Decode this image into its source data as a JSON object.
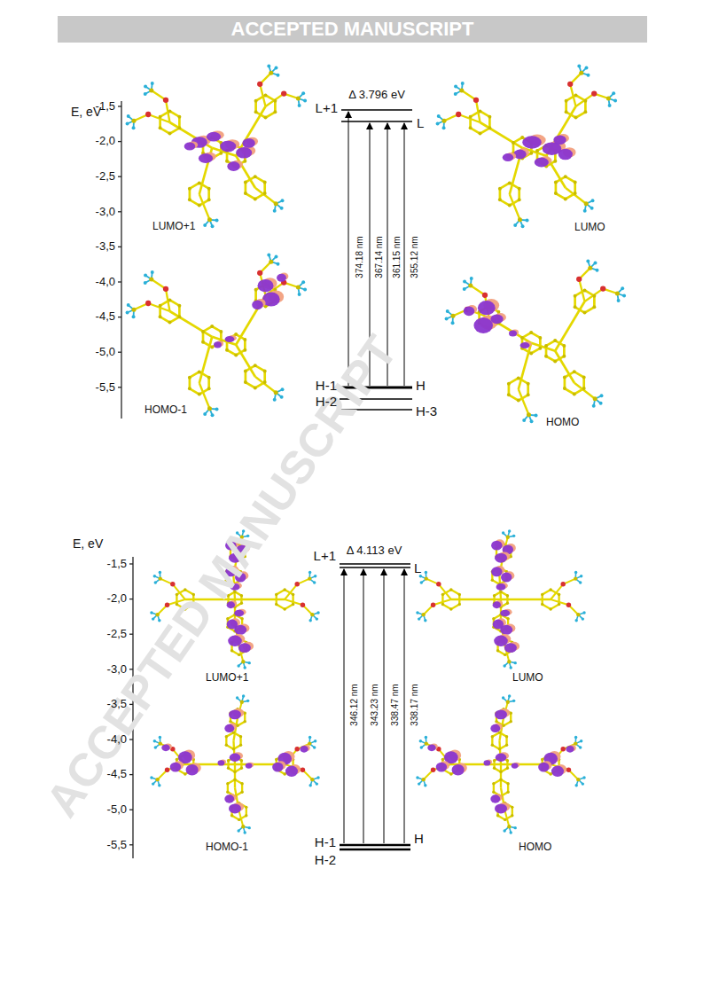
{
  "diagram": {
    "nodes": [
      {
        "text": [
          "ACCEPTED MANUSCRIPT"
        ]
      }
    ],
    "labels": [
      "E, eV",
      "-1,5",
      "-2,0",
      "-2,5",
      "-3,0",
      "-3,5",
      "-4,0",
      "-4,5",
      "-5,0",
      "-5,5",
      "Δ 3.796 eV",
      "L+1",
      "L",
      "374.18 nm",
      "367.14 nm",
      "361.15 nm",
      "355.12 nm",
      "H-1",
      "H",
      "H-2",
      "H-3",
      "LUMO+1",
      "LUMO",
      "HOMO-1",
      "HOMO",
      "ACCEPTED MANUSCRIPT",
      "E, eV",
      "-1,5",
      "-2,0",
      "-2,5",
      "-3,0",
      "-3,5",
      "-4,0",
      "-4,5",
      "-5,0",
      "-5,5",
      "Δ 4.113 eV",
      "L+1",
      "L",
      "346.12 nm",
      "343.23 nm",
      "338.47 nm",
      "338.17 nm",
      "H-1",
      "H",
      "H-2",
      "LUMO+1",
      "LUMO",
      "HOMO-1",
      "HOMO"
    ]
  }
}
